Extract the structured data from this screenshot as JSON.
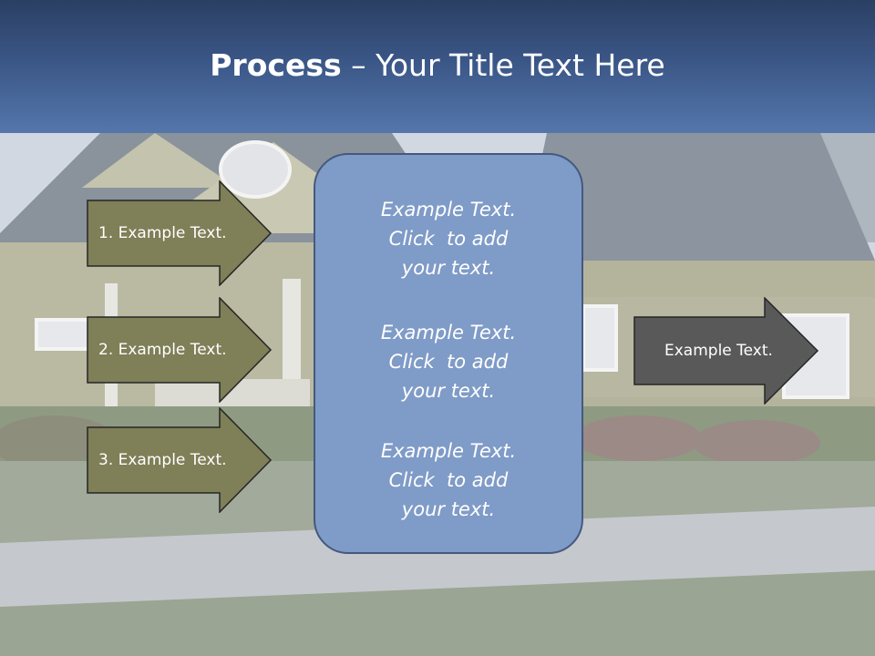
{
  "header": {
    "title_bold": "Process",
    "title_rest": " – Your Title Text Here"
  },
  "steps": [
    {
      "label": "1. Example Text."
    },
    {
      "label": "2. Example Text."
    },
    {
      "label": "3. Example Text."
    }
  ],
  "center": {
    "blocks": [
      {
        "text": "Example Text.\nClick  to add\nyour text."
      },
      {
        "text": "Example Text.\nClick  to add\nyour text."
      },
      {
        "text": "Example Text.\nClick  to add\nyour text."
      }
    ]
  },
  "output": {
    "label": "Example Text."
  },
  "colors": {
    "step_fill": "#7f7f58",
    "output_fill": "#595959",
    "center_fill": "#7f9bc7",
    "header_top": "#2b3f63",
    "header_bottom": "#5476ab"
  }
}
